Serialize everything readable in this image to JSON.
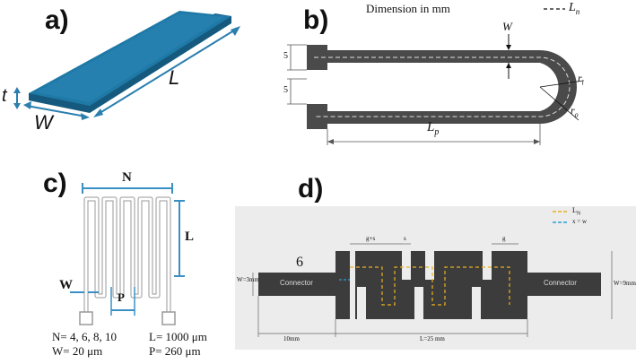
{
  "panel_a": {
    "label": "a)",
    "dim_t": "t",
    "dim_w": "W",
    "dim_l": "L",
    "colors": {
      "strip_top": "#1f79a6",
      "strip_side": "#155a7e",
      "arrow": "#2a7fae"
    }
  },
  "panel_b": {
    "label": "b)",
    "header": "Dimension in mm",
    "legend": "L",
    "legend_sub": "n",
    "dim_w": "W",
    "dim_5_top": "5",
    "dim_5_bot": "5",
    "dim_lp": "L",
    "dim_lp_sub": "p",
    "dim_ri": "r",
    "dim_ri_sub": "i",
    "dim_ro": "r",
    "dim_ro_sub": "o",
    "colors": {
      "body": "#4a4a4a"
    }
  },
  "panel_c": {
    "label": "c)",
    "dim_n": "N",
    "dim_l": "L",
    "dim_w": "W",
    "dim_p": "P",
    "params": [
      [
        "N= 4, 6, 8, 10",
        "L= 1000 μm"
      ],
      [
        "W= 20 μm",
        "P= 260 μm"
      ]
    ],
    "colors": {
      "dim": "#3a8fc4"
    }
  },
  "panel_d": {
    "label": "d)",
    "connector_left": "Connector",
    "connector_right": "Connector",
    "legend_ln": "L",
    "legend_ln_sub": "N",
    "legend_x": "x = w",
    "dim_gso": "g+s",
    "dim_so": "s",
    "dim_g": "g",
    "dim_six": "6",
    "dim_wc": "W",
    "dim_wc_val": "=3mm",
    "dim_wp": "W",
    "dim_wp_val": "=9mm",
    "dim_10mm": "10mm",
    "dim_lp": "L",
    "dim_lp_val": "=25 mm",
    "colors": {
      "bg": "#ececec",
      "body": "#3c3c3c",
      "path_gold": "#e8b020",
      "path_blue": "#2aa0d8"
    }
  }
}
